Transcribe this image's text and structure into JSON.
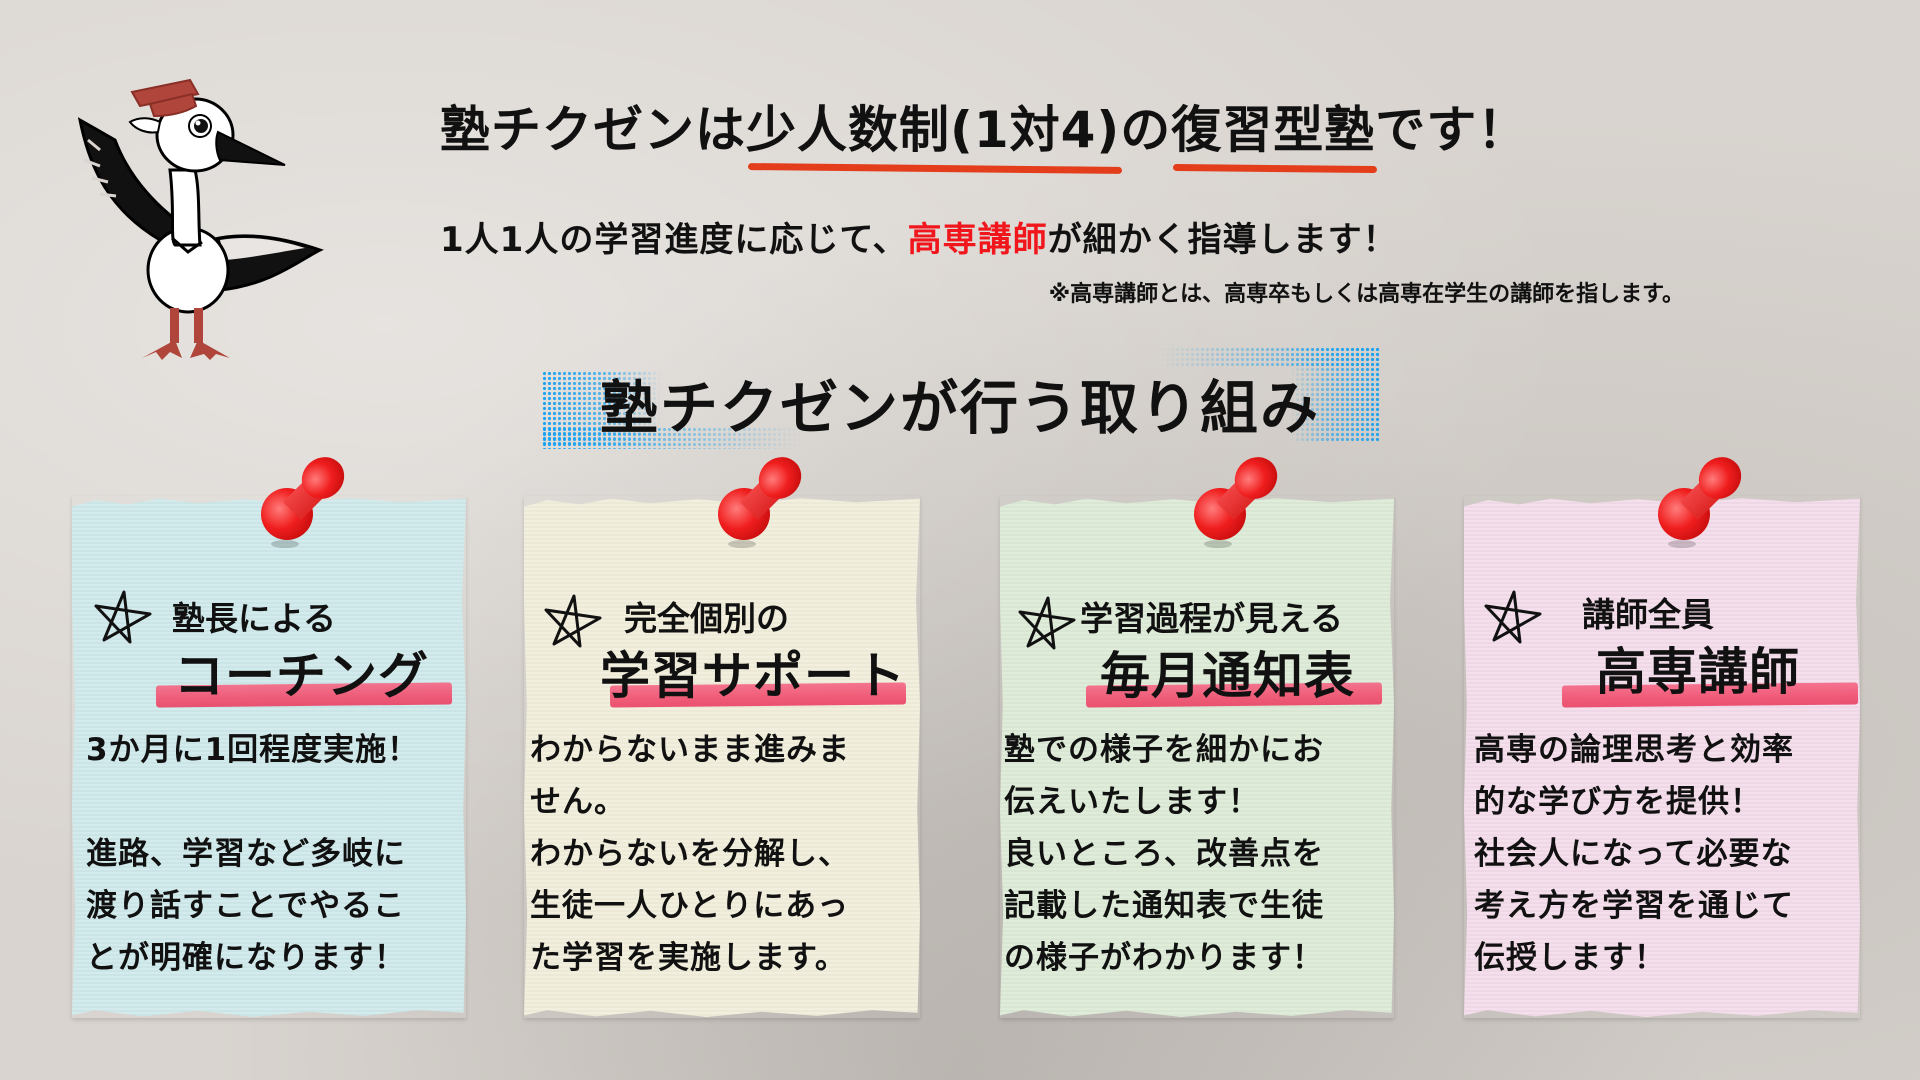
{
  "header": {
    "headline_parts": [
      "塾チクゼンは",
      "少人数制(1対4)",
      "の",
      "復習型塾",
      "です！"
    ],
    "subline_parts": [
      "1人1人の学習進度に応じて、",
      "高専講師",
      "が細かく指導します！"
    ],
    "note": "※高専講師とは、高専卒もしくは高専在学生の講師を指します。"
  },
  "section": {
    "title": "塾チクゼンが行う取り組み"
  },
  "cards": [
    {
      "subtitle": "塾長による",
      "title": "コーチング",
      "body": "3か月に1回程度実施！\n\n進路、学習など多岐に\n渡り話すことでやるこ\nとが明確になります！",
      "color": "#cfe9ea"
    },
    {
      "subtitle": "完全個別の",
      "title": "学習サポート",
      "body": "わからないまま進みま\nせん。\nわからないを分解し、\n生徒一人ひとりにあっ\nた学習を実施します。",
      "color": "#f1eedb"
    },
    {
      "subtitle": "学習過程が見える",
      "title": "毎月通知表",
      "body": "塾での様子を細かにお\n伝えいたします！\n良いところ、改善点を\n記載した通知表で生徒\nの様子がわかります！",
      "color": "#dcebd7"
    },
    {
      "subtitle": "講師全員",
      "title": "高専講師",
      "body": "高専の論理思考と効率\n的な学び方を提供！\n社会人になって必要な\n考え方を学習を通じて\n伝授します！",
      "color": "#f4dcea"
    }
  ],
  "colors": {
    "accent_red": "#f0161c",
    "underline_orange": "#e33d1c",
    "marker_pink": "#f0506f",
    "dot_blue": "#1aa2f0",
    "pin_red": "#ee1c1c",
    "background": "#d9d4cf"
  },
  "icons": {
    "mascot": "stork-mascot-with-mortarboard",
    "pin": "red-pushpin-icon",
    "star": "hand-drawn-star-icon"
  }
}
